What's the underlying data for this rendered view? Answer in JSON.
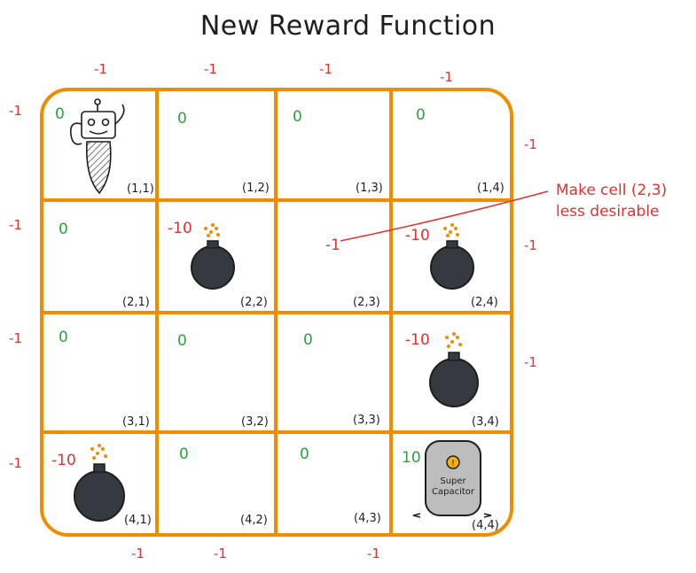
{
  "title": "New Reward Function",
  "annotation": {
    "lines": [
      "Make cell (2,3)",
      "less desirable"
    ]
  },
  "cells": [
    {
      "row": 1,
      "col": 1,
      "coord": "(1,1)",
      "reward": "0",
      "content": "robot"
    },
    {
      "row": 1,
      "col": 2,
      "coord": "(1,2)",
      "reward": "0",
      "content": ""
    },
    {
      "row": 1,
      "col": 3,
      "coord": "(1,3)",
      "reward": "0",
      "content": ""
    },
    {
      "row": 1,
      "col": 4,
      "coord": "(1,4)",
      "reward": "0",
      "content": ""
    },
    {
      "row": 2,
      "col": 1,
      "coord": "(2,1)",
      "reward": "0",
      "content": ""
    },
    {
      "row": 2,
      "col": 2,
      "coord": "(2,2)",
      "reward": "-10",
      "content": "bomb"
    },
    {
      "row": 2,
      "col": 3,
      "coord": "(2,3)",
      "reward": "-1",
      "content": ""
    },
    {
      "row": 2,
      "col": 4,
      "coord": "(2,4)",
      "reward": "-10",
      "content": "bomb"
    },
    {
      "row": 3,
      "col": 1,
      "coord": "(3,1)",
      "reward": "0",
      "content": ""
    },
    {
      "row": 3,
      "col": 2,
      "coord": "(3,2)",
      "reward": "0",
      "content": ""
    },
    {
      "row": 3,
      "col": 3,
      "coord": "(3,3)",
      "reward": "0",
      "content": ""
    },
    {
      "row": 3,
      "col": 4,
      "coord": "(3,4)",
      "reward": "-10",
      "content": "bomb"
    },
    {
      "row": 4,
      "col": 1,
      "coord": "(4,1)",
      "reward": "-10",
      "content": "bomb"
    },
    {
      "row": 4,
      "col": 2,
      "coord": "(4,2)",
      "reward": "0",
      "content": ""
    },
    {
      "row": 4,
      "col": 3,
      "coord": "(4,3)",
      "reward": "0",
      "content": ""
    },
    {
      "row": 4,
      "col": 4,
      "coord": "(4,4)",
      "reward": "10",
      "content": "super-capacitor"
    }
  ],
  "boundary_penalties": {
    "top": [
      "-1",
      "-1",
      "-1",
      "-1"
    ],
    "bottom": [
      "-1",
      "-1",
      "-1"
    ],
    "left": [
      "-1",
      "-1",
      "-1",
      "-1"
    ],
    "right": [
      "-1",
      "-1",
      "-1"
    ]
  },
  "capacitor": {
    "symbol": "!",
    "label_lines": [
      "Super",
      "Capacitor"
    ]
  },
  "colors": {
    "grid": "#f08c00",
    "penalty": "#e03131",
    "zero": "#2f9e44",
    "bomb": "#343a40",
    "capacitor_body": "#bdbdbd",
    "capacitor_badge": "#fab005"
  }
}
